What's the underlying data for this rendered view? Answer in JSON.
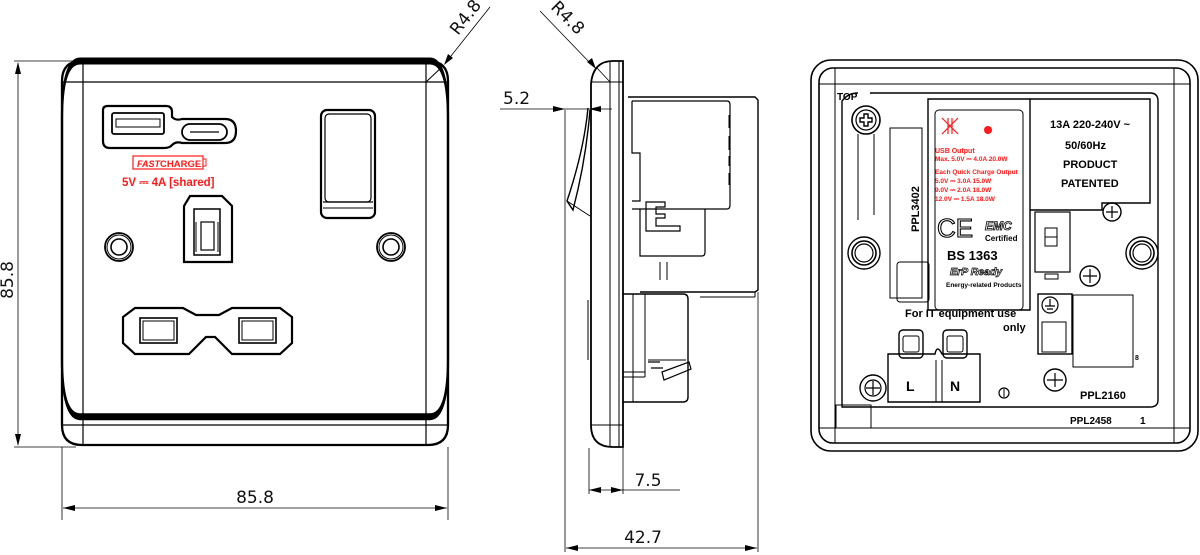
{
  "drawing": {
    "front_view": {
      "usb_label_badge": "FAST CHARGE",
      "usb_label_badge_italic": "FAST",
      "usb_label_badge_rest": "CHARGE",
      "usb_output": "5V ⎓ 4A [shared]"
    },
    "side_view": {},
    "rear_view": {
      "top_marker": "TOP",
      "rating_line1": "13A 220-240V ~",
      "rating_line2": "50/60Hz",
      "rating_line3": "PRODUCT",
      "rating_line4": "PATENTED",
      "part_left_vertical": "PPL3402",
      "label": {
        "usb_output_title": "USB Output",
        "usb_max": "Max. 5.0V ⎓ 4.0A 20.0W",
        "quick_charge_title": "Each Quick Charge Output",
        "qc_rows": [
          "5.0V ⎓ 3.0A  15.0W",
          "9.0V ⎓ 2.0A  18.0W",
          "12.0V ⎓ 1.5A  18.0W"
        ],
        "ce_mark": "CE",
        "emc": "EMC",
        "emc_sub": "Certified",
        "standard": "BS 1363",
        "erp": "ErP Ready",
        "erp_sub": "Energy-related Products"
      },
      "it_note_line1": "For IT equipment use",
      "it_note_line2": "only",
      "terminal_live": "L",
      "terminal_neutral": "N",
      "part_inner": "PPL2160",
      "part_outer": "PPL2458",
      "part_outer_rev": "1"
    },
    "dimensions": {
      "front_height": "85.8",
      "front_width": "85.8",
      "front_corner_radius": "R4.8",
      "side_corner_radius": "R4.8",
      "switch_protrusion": "5.2",
      "plate_thickness": "7.5",
      "total_depth": "42.7"
    },
    "colors": {
      "line": "#000000",
      "label_red": "#ff1a1a",
      "dimension_text": "#111111"
    }
  }
}
